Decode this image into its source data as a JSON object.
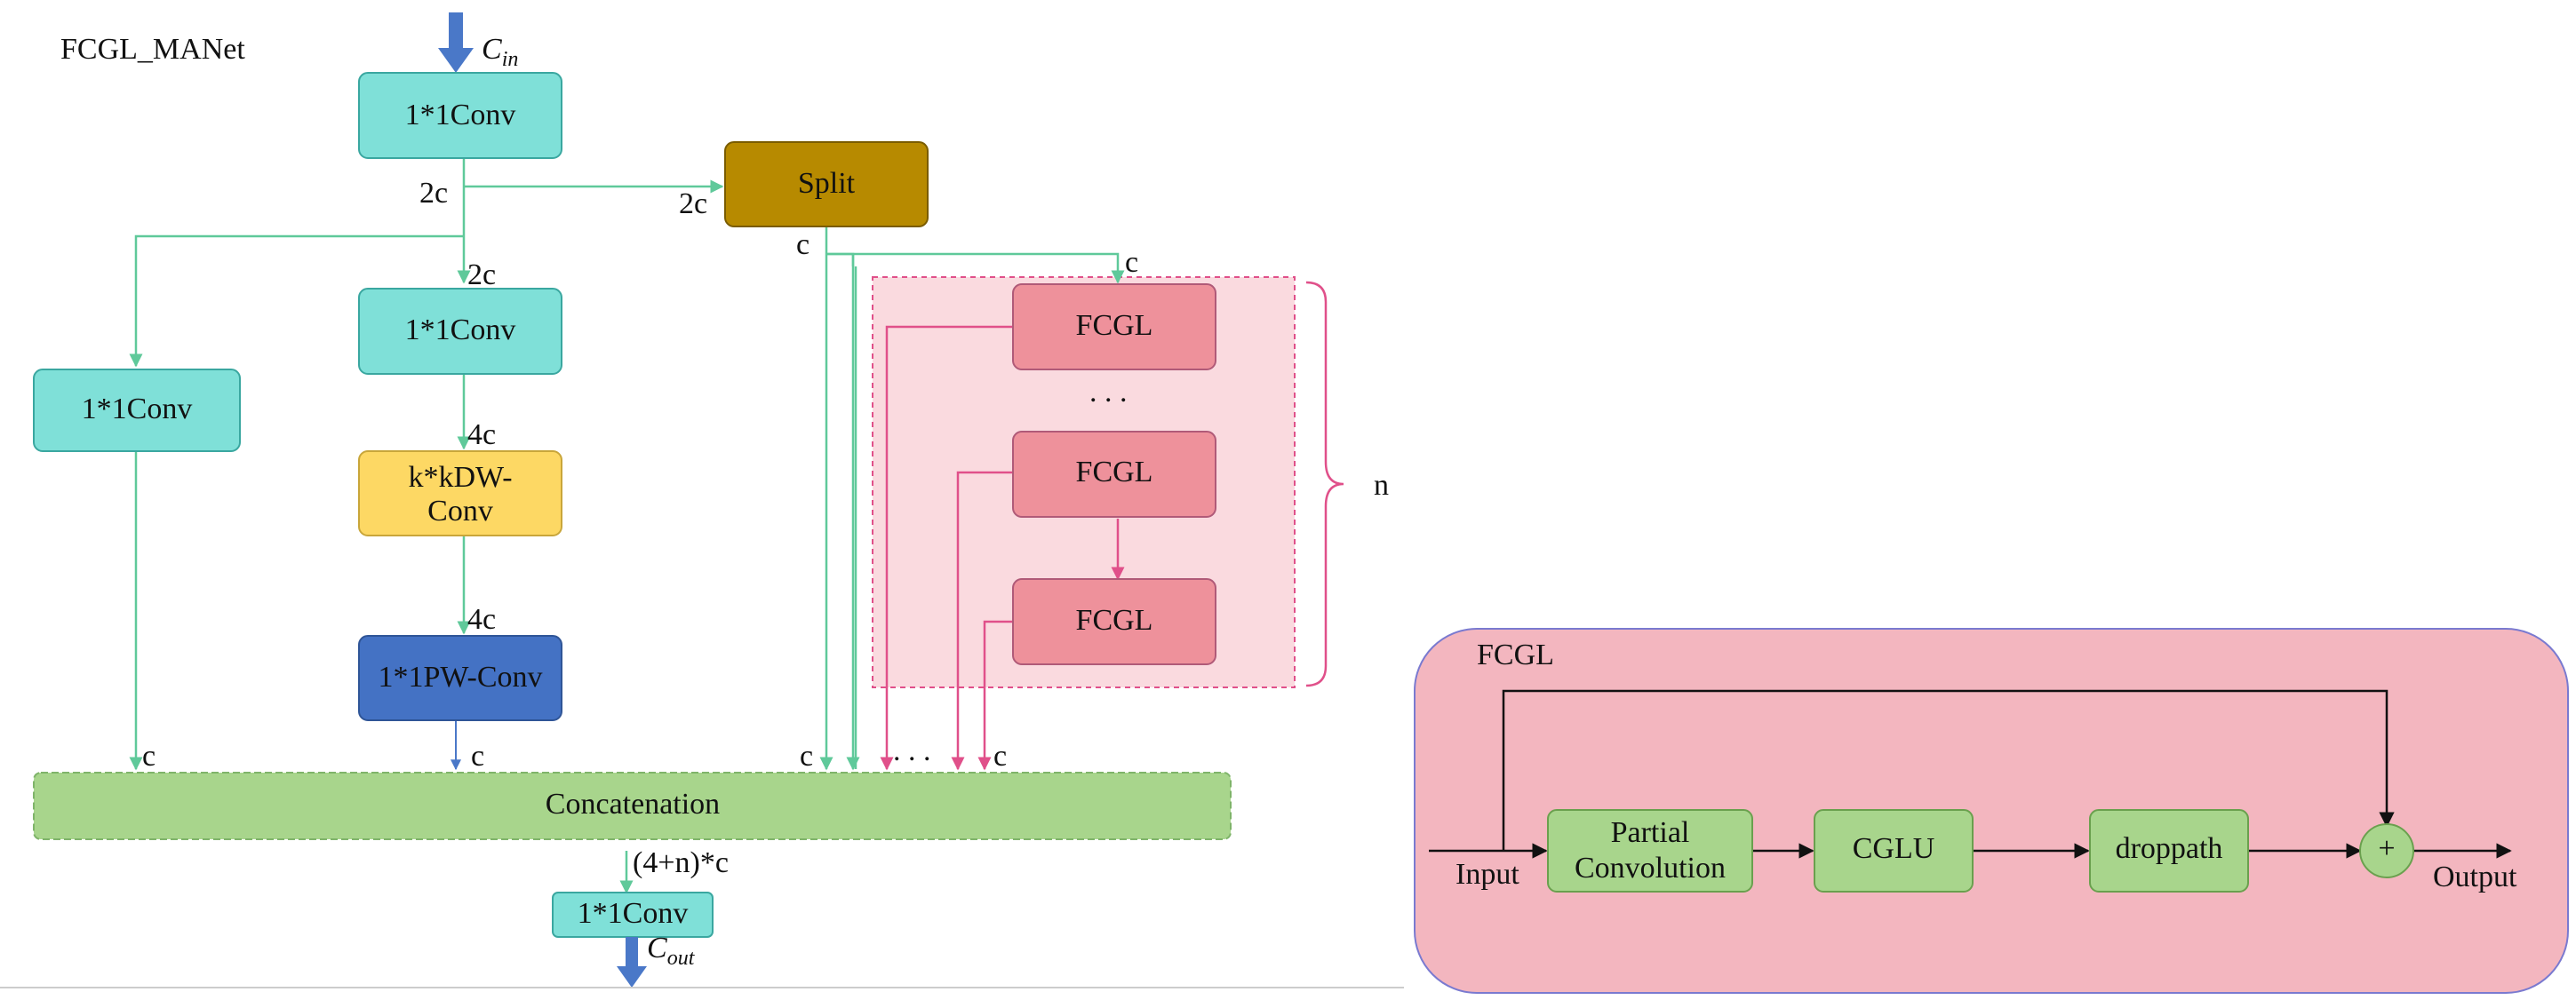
{
  "left_diagram": {
    "title": "FCGL_MANet",
    "input_label": "C",
    "input_sub": "in",
    "output_label": "C",
    "output_sub": "out",
    "conv_top": "1*1Conv",
    "split": "Split",
    "conv_mid": "1*1Conv",
    "conv_left": "1*1Conv",
    "dw_line1": "k*kDW-",
    "dw_line2": "Conv",
    "pw_conv": "1*1PW-Conv",
    "fcgl_1": "FCGL",
    "fcgl_2": "FCGL",
    "fcgl_3": "FCGL",
    "vdots": ". . .",
    "brace_label": "n",
    "concat": "Concatenation",
    "conv_out": "1*1Conv",
    "concat_channels": "(4+n)*c",
    "label_2c_a": "2c",
    "label_2c_b": "2c",
    "label_2c_c": "2c",
    "label_c_split": "c",
    "label_c_fcgl": "c",
    "label_4c_a": "4c",
    "label_4c_b": "4c",
    "label_c1": "c",
    "label_c2": "c",
    "label_c3": "c",
    "label_c4": "c",
    "label_dots": ". . .",
    "colors": {
      "teal": "#7fe0d8",
      "brown": "#b78a00",
      "yellow": "#fdd864",
      "blue": "#4472c4",
      "pink_box": "#ee919b",
      "pink_region": "#fadadf",
      "green": "#a8d58c",
      "arrow_green": "#5fc99a",
      "arrow_pink": "#e0508a",
      "arrow_blue": "#4a78c8"
    }
  },
  "right_diagram": {
    "title": "FCGL",
    "input": "Input",
    "output": "Output",
    "partial_line1": "Partial",
    "partial_line2": "Convolution",
    "cglu": "CGLU",
    "droppath": "droppath",
    "plus": "+",
    "colors": {
      "panel": "#f3b6bf",
      "box": "#a8d58c"
    }
  }
}
